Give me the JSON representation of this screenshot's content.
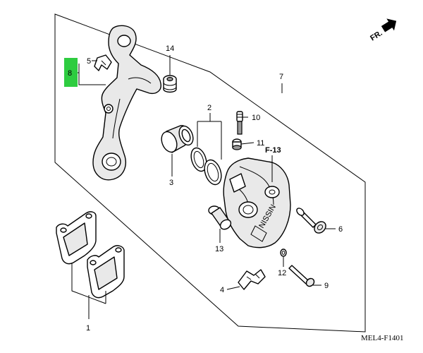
{
  "diagram": {
    "drawing_code": "MEL4-F1401",
    "reference": "F-13",
    "direction_label": "FR.",
    "highlight_color": "#2ecc40",
    "callouts": {
      "p1": "1",
      "p2": "2",
      "p3": "3",
      "p4": "4",
      "p5": "5",
      "p6": "6",
      "p7": "7",
      "p8": "8",
      "p9": "9",
      "p10": "10",
      "p11": "11",
      "p12": "12",
      "p13": "13",
      "p14": "14"
    }
  }
}
